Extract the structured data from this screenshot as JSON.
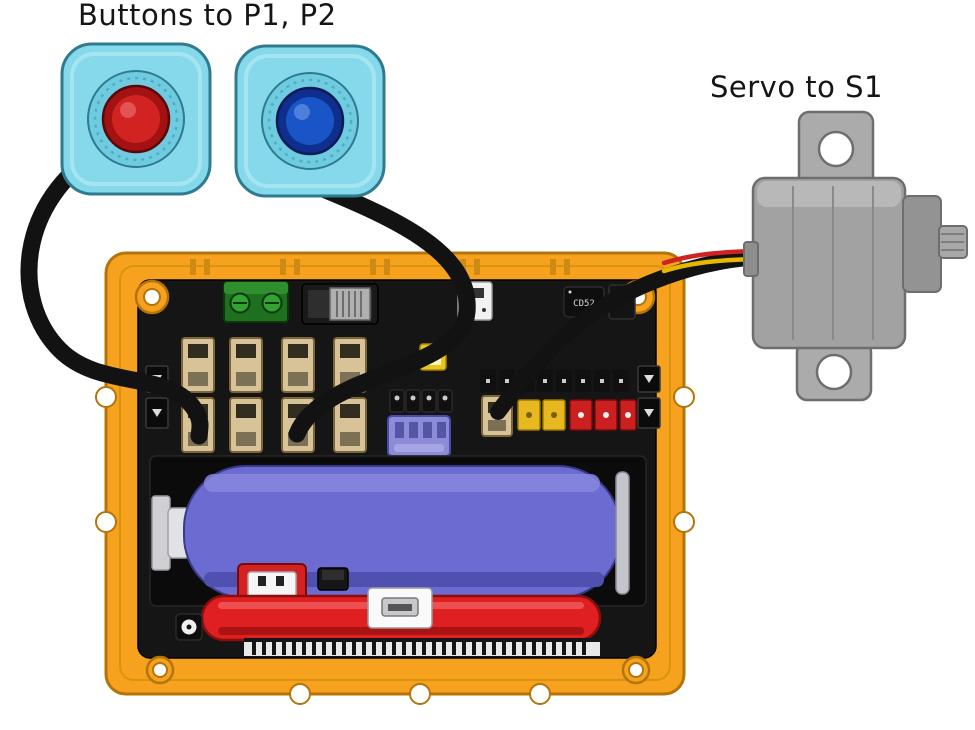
{
  "labels": {
    "buttons_to_p1_p2": "Buttons to P1, P2",
    "servo_to_s1": "Servo to S1"
  },
  "board": {
    "chip_label": "CD52"
  },
  "colors": {
    "frame_orange": "#F6A21E",
    "pcb_black": "#151515",
    "battery_blue": "#6B6BD2",
    "handle_red": "#E02020",
    "button_body_cyan": "#86D9EA",
    "button_cap_red": "#D32222",
    "button_cap_blue": "#1A55C8",
    "cable_black": "#121212",
    "servo_gray": "#A2A2A2",
    "connector_purple": "#8B8BD8",
    "terminal_green": "#1E6F1E",
    "connector_beige": "#D8C398",
    "terminal_yellow": "#E8B820",
    "terminal_red": "#CC2020"
  }
}
